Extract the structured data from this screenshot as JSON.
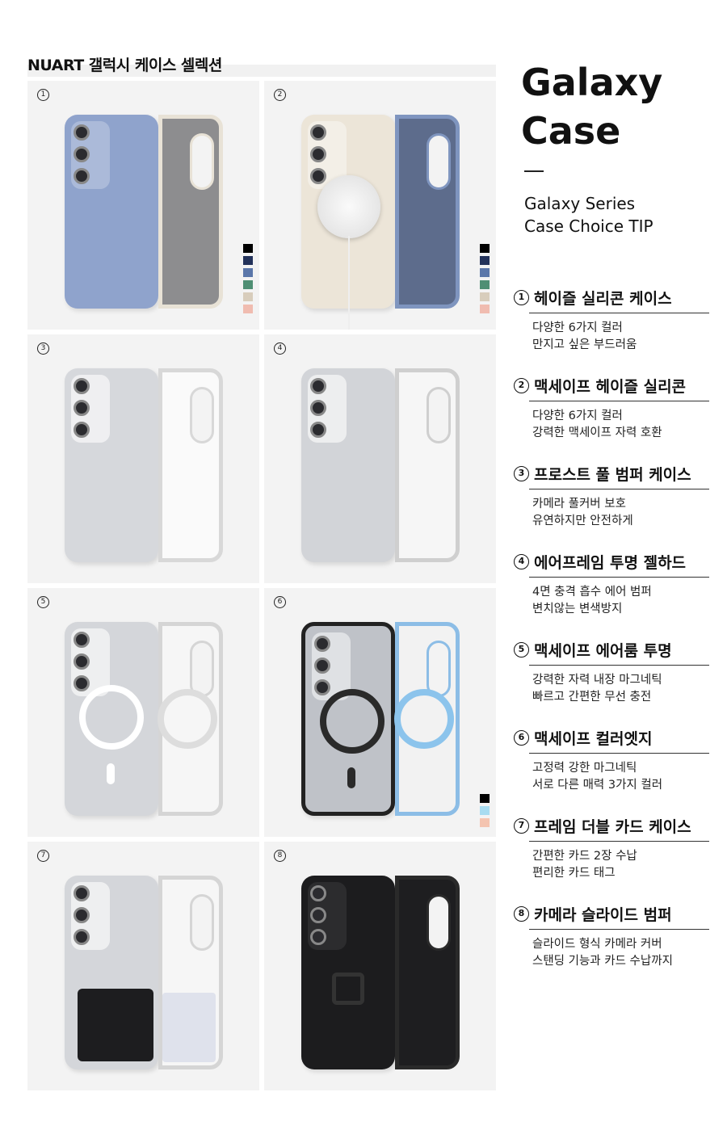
{
  "header": {
    "brand": "NUART 갤럭시 케이스 셀렉션"
  },
  "side": {
    "title_line1": "Galaxy",
    "title_line2": "Case",
    "subtitle_line1": "Galaxy Series",
    "subtitle_line2": "Case Choice TIP"
  },
  "cells": [
    {
      "num": "1",
      "swatches": [
        "#000000",
        "#23325a",
        "#5b77aa",
        "#4f8f74",
        "#d8cdbc",
        "#f0bcb0"
      ]
    },
    {
      "num": "2",
      "swatches": [
        "#000000",
        "#23325a",
        "#5b77aa",
        "#4f8f74",
        "#d8cdbc",
        "#f0bcb0"
      ]
    },
    {
      "num": "3"
    },
    {
      "num": "4"
    },
    {
      "num": "5"
    },
    {
      "num": "6",
      "swatches": [
        "#000000",
        "#a8dcf0",
        "#f4c4b0"
      ]
    },
    {
      "num": "7"
    },
    {
      "num": "8"
    }
  ],
  "items": [
    {
      "num": "1",
      "title": "헤이즐 실리콘 케이스",
      "line1": "다양한 6가지 컬러",
      "line2": "만지고 싶은 부드러움"
    },
    {
      "num": "2",
      "title": "맥세이프 헤이즐 실리콘",
      "line1": "다양한 6가지 컬러",
      "line2": "강력한 맥세이프 자력 호환"
    },
    {
      "num": "3",
      "title": "프로스트 풀 범퍼 케이스",
      "line1": "카메라 풀커버 보호",
      "line2": "유연하지만 안전하게"
    },
    {
      "num": "4",
      "title": "에어프레임 투명 젤하드",
      "line1": "4면 충격 흡수 에어 범퍼",
      "line2": "변치않는 변색방지"
    },
    {
      "num": "5",
      "title": "맥세이프 에어룸 투명",
      "line1": "강력한 자력 내장 마그네틱",
      "line2": "빠르고 간편한 무선 충전"
    },
    {
      "num": "6",
      "title": "맥세이프 컬러엣지",
      "line1": "고정력 강한 마그네틱",
      "line2": "서로 다른 매력 3가지 컬러"
    },
    {
      "num": "7",
      "title": "프레임 더블 카드 케이스",
      "line1": "간편한 카드 2장 수납",
      "line2": "편리한 카드 태그"
    },
    {
      "num": "8",
      "title": "카메라 슬라이드 범퍼",
      "line1": "슬라이드 형식 카메라 커버",
      "line2": "스탠딩 기능과 카드 수납까지"
    }
  ]
}
